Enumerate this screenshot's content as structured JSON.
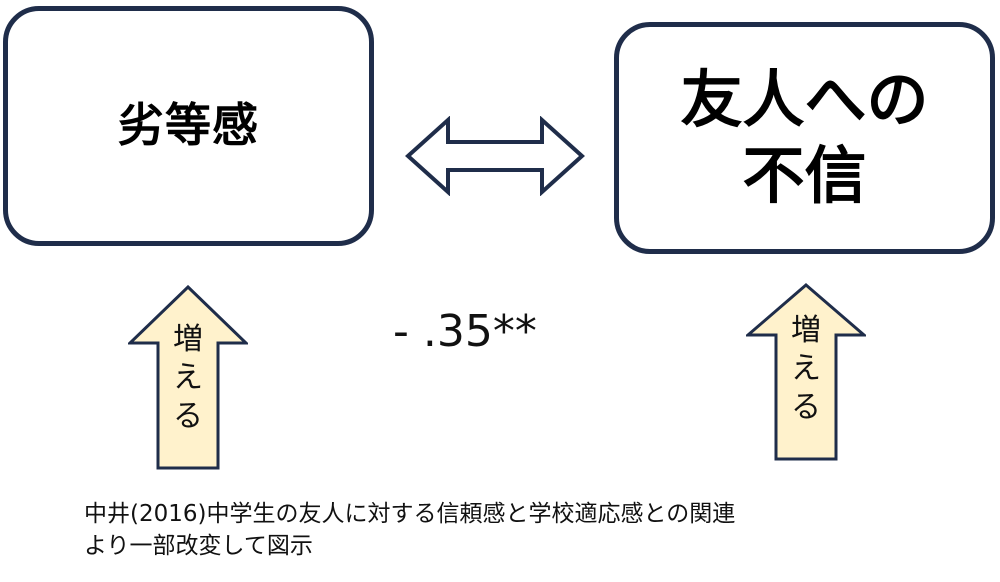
{
  "diagram": {
    "left_box": {
      "label": "劣等感"
    },
    "right_box": {
      "label_lines": [
        "友人への",
        "不信"
      ]
    },
    "correlation": "- .35**",
    "left_arrow": {
      "chars": [
        "増",
        "え",
        "る"
      ]
    },
    "right_arrow": {
      "chars": [
        "増",
        "え",
        "る"
      ]
    },
    "caption_lines": [
      "中井(2016)中学生の友人に対する信頼感と学校適応感との関連",
      "より一部改変して図示"
    ],
    "colors": {
      "box_border": "#1f2d4a",
      "arrow_fill": "#fff2cc",
      "arrow_stroke": "#1f2d4a"
    }
  }
}
